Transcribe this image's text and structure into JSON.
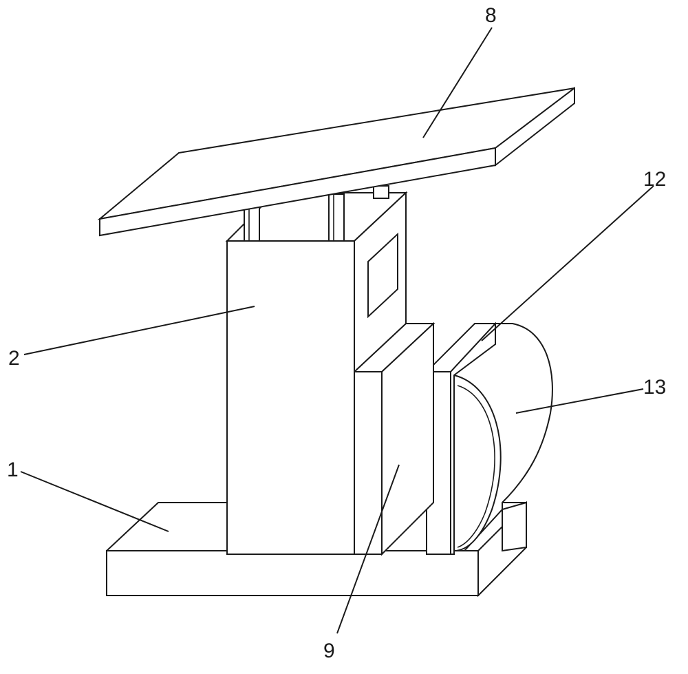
{
  "callouts": {
    "base": "1",
    "housing": "2",
    "solar_panel": "8",
    "side_block": "9",
    "mount_plate": "12",
    "drum": "13"
  }
}
